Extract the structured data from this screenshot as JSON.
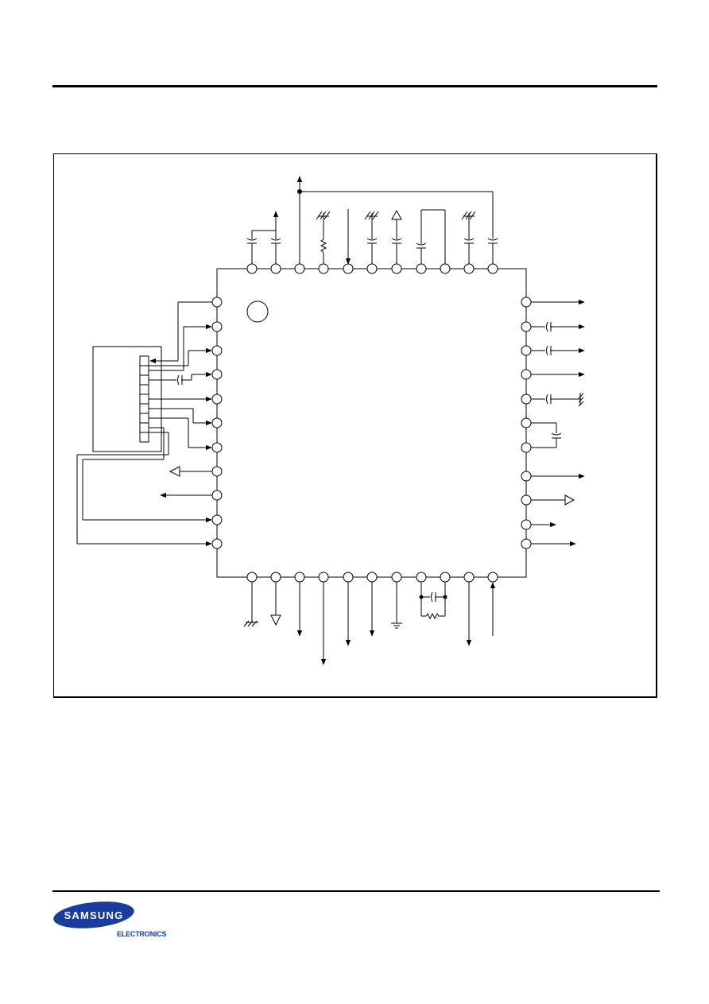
{
  "brand": {
    "name": "SAMSUNG",
    "division": "ELECTRONICS",
    "color": "#1a3d9b"
  },
  "diagram": {
    "type": "ic-pin-connection-schematic",
    "pins_per_side": 11,
    "line_color": "#000000"
  }
}
